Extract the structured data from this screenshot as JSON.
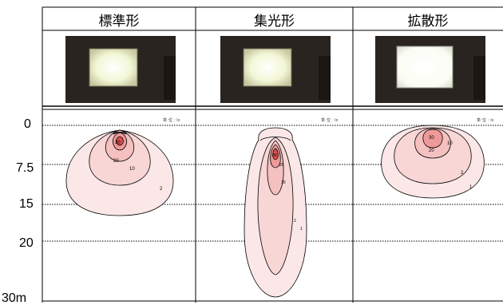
{
  "columns": [
    {
      "id": "standard",
      "label": "標準形",
      "photo_icon": "led-array-light-icon",
      "unit_label": "単 位 : lx"
    },
    {
      "id": "focus",
      "label": "集光形",
      "photo_icon": "led-array-light-icon",
      "unit_label": "単 位 : lx"
    },
    {
      "id": "diffuse",
      "label": "拡散形",
      "photo_icon": "diffuse-panel-light-icon",
      "unit_label": "単 位 : lx"
    }
  ],
  "y_axis": {
    "ticks": [
      "0",
      "7.5",
      "15",
      "20",
      "30m"
    ]
  },
  "contours": {
    "standard": [
      "30",
      "20",
      "10",
      "2"
    ],
    "focus": [
      "30",
      "20",
      "10",
      "2",
      "1"
    ],
    "diffuse": [
      "30",
      "20",
      "10",
      "2",
      "1"
    ]
  },
  "colors": {
    "grid": "#000000",
    "contour_fill_outer": "#fbe7e7",
    "contour_fill_mid": "#f6caca",
    "contour_fill_inner": "#ef9a9a",
    "contour_fill_core": "#e05050",
    "photo_bg": "#2a2420",
    "led_glow": "#f4f6d8"
  }
}
